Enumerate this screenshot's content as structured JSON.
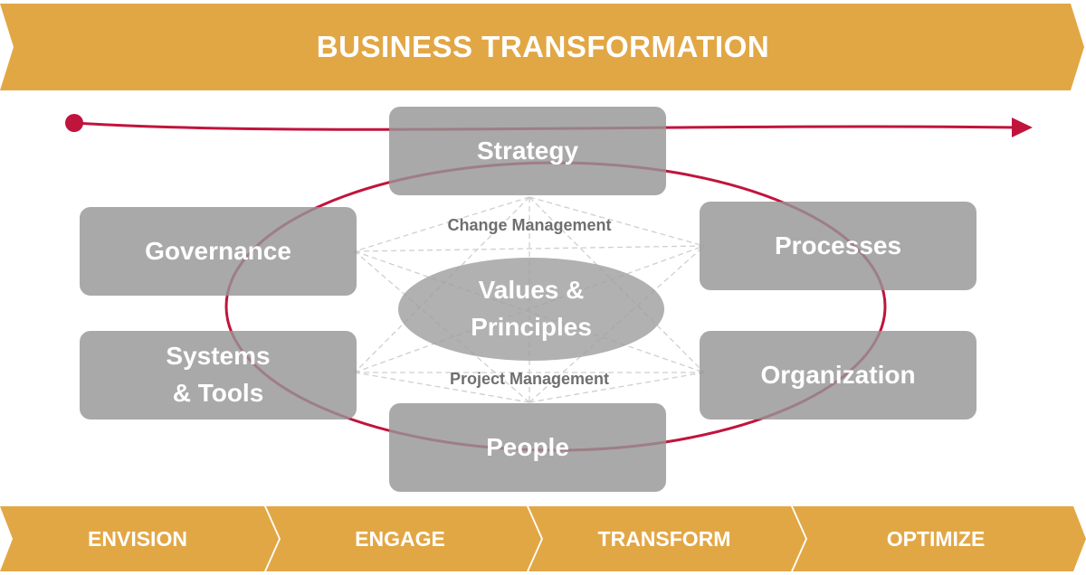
{
  "banner": {
    "title": "BUSINESS TRANSFORMATION"
  },
  "nodes": {
    "strategy": "Strategy",
    "governance": "Governance",
    "processes": "Processes",
    "systems_line1": "Systems",
    "systems_line2": "& Tools",
    "organization": "Organization",
    "people": "People"
  },
  "center": {
    "line1": "Values &",
    "line2": "Principles"
  },
  "labels": {
    "change_management": "Change Management",
    "project_management": "Project Management"
  },
  "phases": [
    "ENVISION",
    "ENGAGE",
    "TRANSFORM",
    "OPTIMIZE"
  ],
  "colors": {
    "banner": "#e2a745",
    "box": "#969696",
    "accent": "#c0143c",
    "dashed": "#cfcfcf"
  }
}
